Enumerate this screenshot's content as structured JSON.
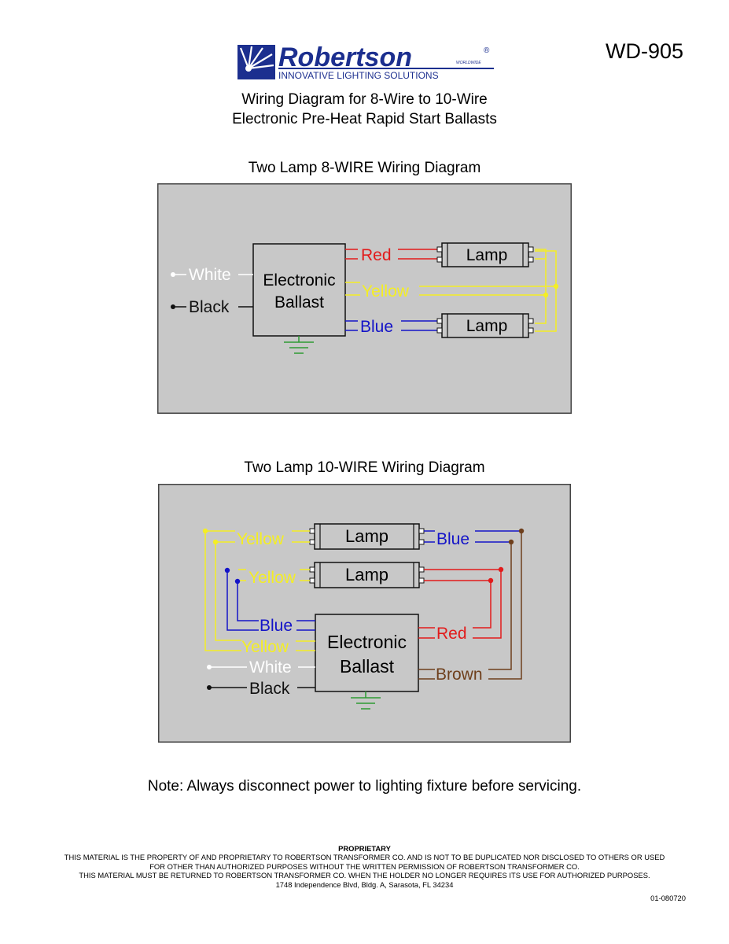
{
  "header": {
    "doc_code": "WD-905",
    "brand": "Robertson",
    "brand_suffix": "WORLDWIDE",
    "brand_tagline": "INNOVATIVE LIGHTING SOLUTIONS",
    "registered_mark": "®",
    "title_line1": "Wiring Diagram for 8-Wire to 10-Wire",
    "title_line2": "Electronic Pre-Heat Rapid Start Ballasts"
  },
  "colors": {
    "panel": "#c8c8c8",
    "red": "#e21b1b",
    "yellow": "#f4ee24",
    "blue": "#1414c8",
    "brown": "#6e3f1c",
    "ground": "#2e9a33",
    "brand_blue": "#1c2f8f"
  },
  "diagram1": {
    "title": "Two Lamp 8-WIRE Wiring Diagram",
    "ballast_line1": "Electronic",
    "ballast_line2": "Ballast",
    "lamp_label": "Lamp",
    "wires": {
      "white": "White",
      "black": "Black",
      "red": "Red",
      "yellow": "Yellow",
      "blue": "Blue"
    }
  },
  "diagram2": {
    "title": "Two Lamp 10-WIRE Wiring Diagram",
    "ballast_line1": "Electronic",
    "ballast_line2": "Ballast",
    "lamp_label": "Lamp",
    "wires": {
      "yellow": "Yellow",
      "blue": "Blue",
      "red": "Red",
      "brown": "Brown",
      "white": "White",
      "black": "Black"
    }
  },
  "note": "Note: Always disconnect power to lighting fixture before servicing.",
  "footer": {
    "heading": "PROPRIETARY",
    "line1": "THIS MATERIAL IS THE PROPERTY OF AND PROPRIETARY TO ROBERTSON TRANSFORMER CO. AND IS NOT TO BE DUPLICATED NOR DISCLOSED TO OTHERS OR USED",
    "line2": "FOR OTHER THAN AUTHORIZED PURPOSES WITHOUT THE WRITTEN PERMISSION OF ROBERTSON TRANSFORMER CO.",
    "line3": "THIS MATERIAL MUST BE RETURNED TO ROBERTSON TRANSFORMER CO. WHEN THE HOLDER NO LONGER REQUIRES ITS USE FOR AUTHORIZED PURPOSES.",
    "address": "1748 Independence Blvd, Bldg. A, Sarasota, FL 34234",
    "doc_number": "01-080720"
  }
}
